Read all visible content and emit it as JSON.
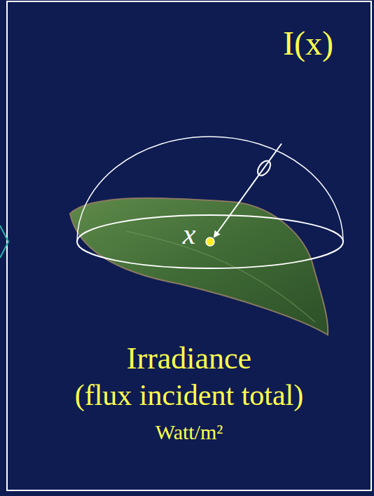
{
  "diagram": {
    "title": "I(x)",
    "labels": [
      "x",
      "Irradiance",
      "(flux incident total)",
      "Watt/m²"
    ]
  }
}
